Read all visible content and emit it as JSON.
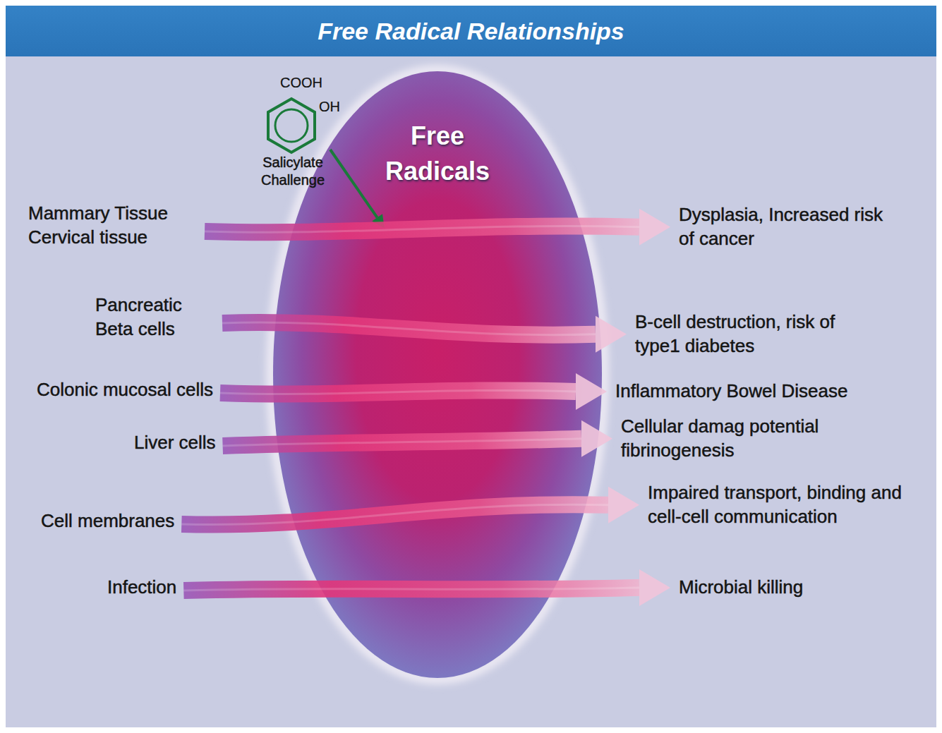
{
  "diagram": {
    "title": "Free Radical Relationships",
    "nodes": [
      {
        "text": [
          "Free Radicals"
        ]
      },
      {
        "text": [
          "Salicylate Challenge"
        ]
      },
      {
        "text": [
          "Mammary Tissue Cervical tissue"
        ]
      },
      {
        "text": [
          "Pancreatic Beta cells"
        ]
      },
      {
        "text": [
          "Colonic mucosal cells"
        ]
      },
      {
        "text": [
          "Liver cells"
        ]
      },
      {
        "text": [
          "Cell membranes"
        ]
      },
      {
        "text": [
          "Infection"
        ]
      },
      {
        "text": [
          "Dysplasia, Increased risk of cancer"
        ]
      },
      {
        "text": [
          "B-cell destruction, risk of type1 diabetes"
        ]
      },
      {
        "text": [
          "Inflammatory Bowel Disease"
        ]
      },
      {
        "text": [
          "Cellular damag potential fibrinogenesis"
        ]
      },
      {
        "text": [
          "Impaired transport, binding and cell-cell communication"
        ]
      },
      {
        "text": [
          "Microbial killing"
        ]
      }
    ],
    "edges": [
      {
        "from": 1,
        "to": 0,
        "arrow": "to"
      },
      {
        "from": 2,
        "to": 8,
        "arrow": "to"
      },
      {
        "from": 3,
        "to": 9,
        "arrow": "to"
      },
      {
        "from": 4,
        "to": 10,
        "arrow": "to"
      },
      {
        "from": 5,
        "to": 11,
        "arrow": "to"
      },
      {
        "from": 6,
        "to": 12,
        "arrow": "to"
      },
      {
        "from": 7,
        "to": 13,
        "arrow": "to"
      }
    ],
    "labels": [
      "COOH",
      "OH"
    ]
  }
}
